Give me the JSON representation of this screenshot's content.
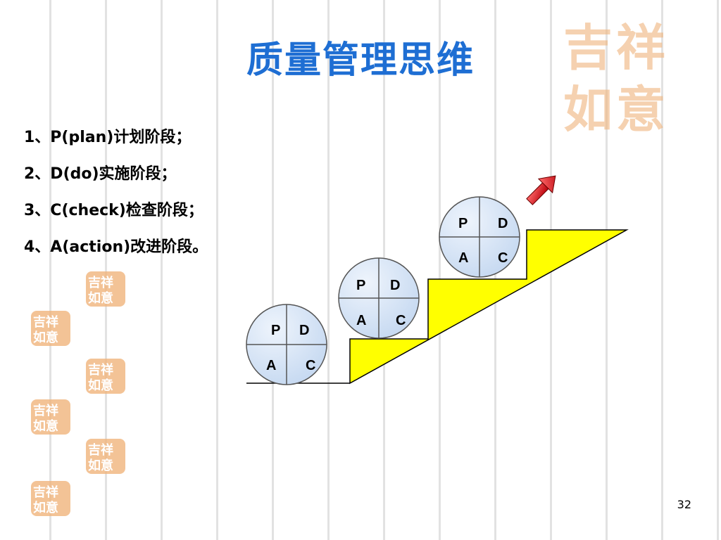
{
  "slide": {
    "title": "质量管理思维",
    "page_number": "32"
  },
  "steps": [
    "1、P(plan)计划阶段；",
    "2、D(do)实施阶段；",
    "3、C(check)检查阶段；",
    "4、A(action)改进阶段。"
  ],
  "pdca_wheel": {
    "top_left": "P",
    "top_right": "D",
    "bottom_left": "A",
    "bottom_right": "C"
  },
  "decor": {
    "seal_text": "吉祥如意"
  },
  "colors": {
    "title": "#1e6ed3",
    "stairs_fill": "#ffff00",
    "wheel_fill": "#d5e4f6",
    "arrow": "#e8141c",
    "seal": "#f0b47c"
  }
}
